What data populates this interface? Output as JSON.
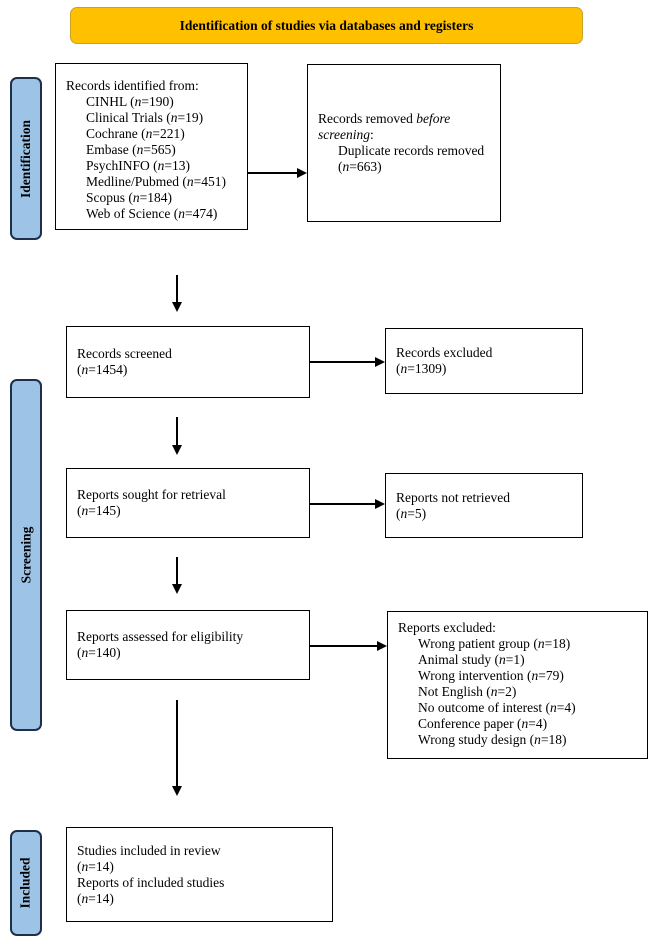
{
  "banner": "Identification of studies via databases and registers",
  "phases": {
    "identification": "Identification",
    "screening": "Screening",
    "included": "Included"
  },
  "identified": {
    "title": "Records identified from:",
    "sources": [
      {
        "name": "CINHL",
        "n": "190"
      },
      {
        "name": "Clinical Trials",
        "n": "19"
      },
      {
        "name": "Cochrane",
        "n": "221"
      },
      {
        "name": "Embase",
        "n": "565"
      },
      {
        "name": "PsychINFO",
        "n": "13"
      },
      {
        "name": "Medline/Pubmed",
        "n": "451"
      },
      {
        "name": "Scopus",
        "n": "184"
      },
      {
        "name": "Web of Science",
        "n": "474"
      }
    ]
  },
  "removed": {
    "title_a": "Records removed ",
    "title_b": "before screening",
    "title_c": ":",
    "item": "Duplicate records removed",
    "n": "663"
  },
  "screened": {
    "title": "Records screened",
    "n": "1454"
  },
  "excluded": {
    "title": "Records excluded",
    "n": "1309"
  },
  "sought": {
    "title": "Reports sought for retrieval",
    "n": "145"
  },
  "not_retrieved": {
    "title": "Reports not retrieved",
    "n": "5"
  },
  "assessed": {
    "title": "Reports assessed for eligibility",
    "n": "140"
  },
  "reports_excluded": {
    "title": "Reports excluded:",
    "reasons": [
      {
        "name": "Wrong patient group",
        "n": "18"
      },
      {
        "name": "Animal study",
        "n": "1"
      },
      {
        "name": "Wrong intervention",
        "n": "79"
      },
      {
        "name": "Not English",
        "n": "2"
      },
      {
        "name": "No outcome of interest",
        "n": "4"
      },
      {
        "name": "Conference paper",
        "n": "4"
      },
      {
        "name": "Wrong study design",
        "n": "18"
      }
    ]
  },
  "included": {
    "studies": "Studies included in review",
    "studies_n": "14",
    "reports": "Reports of included studies",
    "reports_n": "14"
  },
  "colors": {
    "banner": "#FFC000",
    "phase": "#9DC3E6"
  }
}
